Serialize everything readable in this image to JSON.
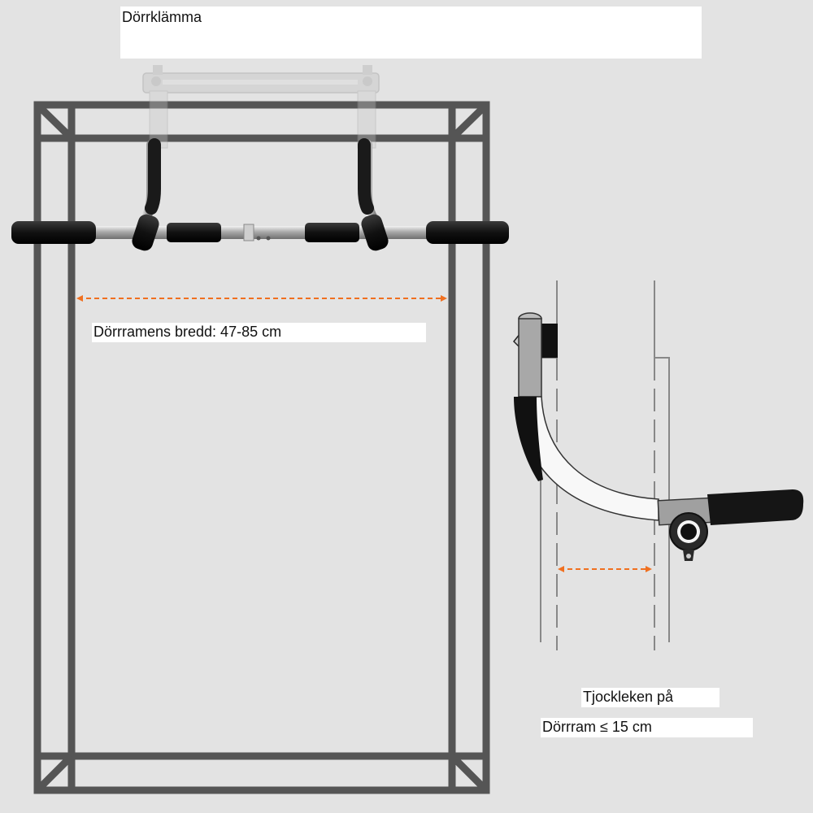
{
  "labels": {
    "title": "Dörrklämma",
    "frame_width": "Dörrramens bredd: 47-85 cm",
    "thickness_line1": "Tjockleken på",
    "thickness_line2": "Dörrram ≤ 15 cm"
  },
  "colors": {
    "background": "#e3e3e3",
    "frame": "#555555",
    "arrow": "#f07020",
    "foam": "#1a1a1a",
    "metal": "#b8b8b8"
  },
  "icons": [
    "door-frame",
    "pull-up-bar",
    "door-clamp",
    "side-profile-bar"
  ]
}
